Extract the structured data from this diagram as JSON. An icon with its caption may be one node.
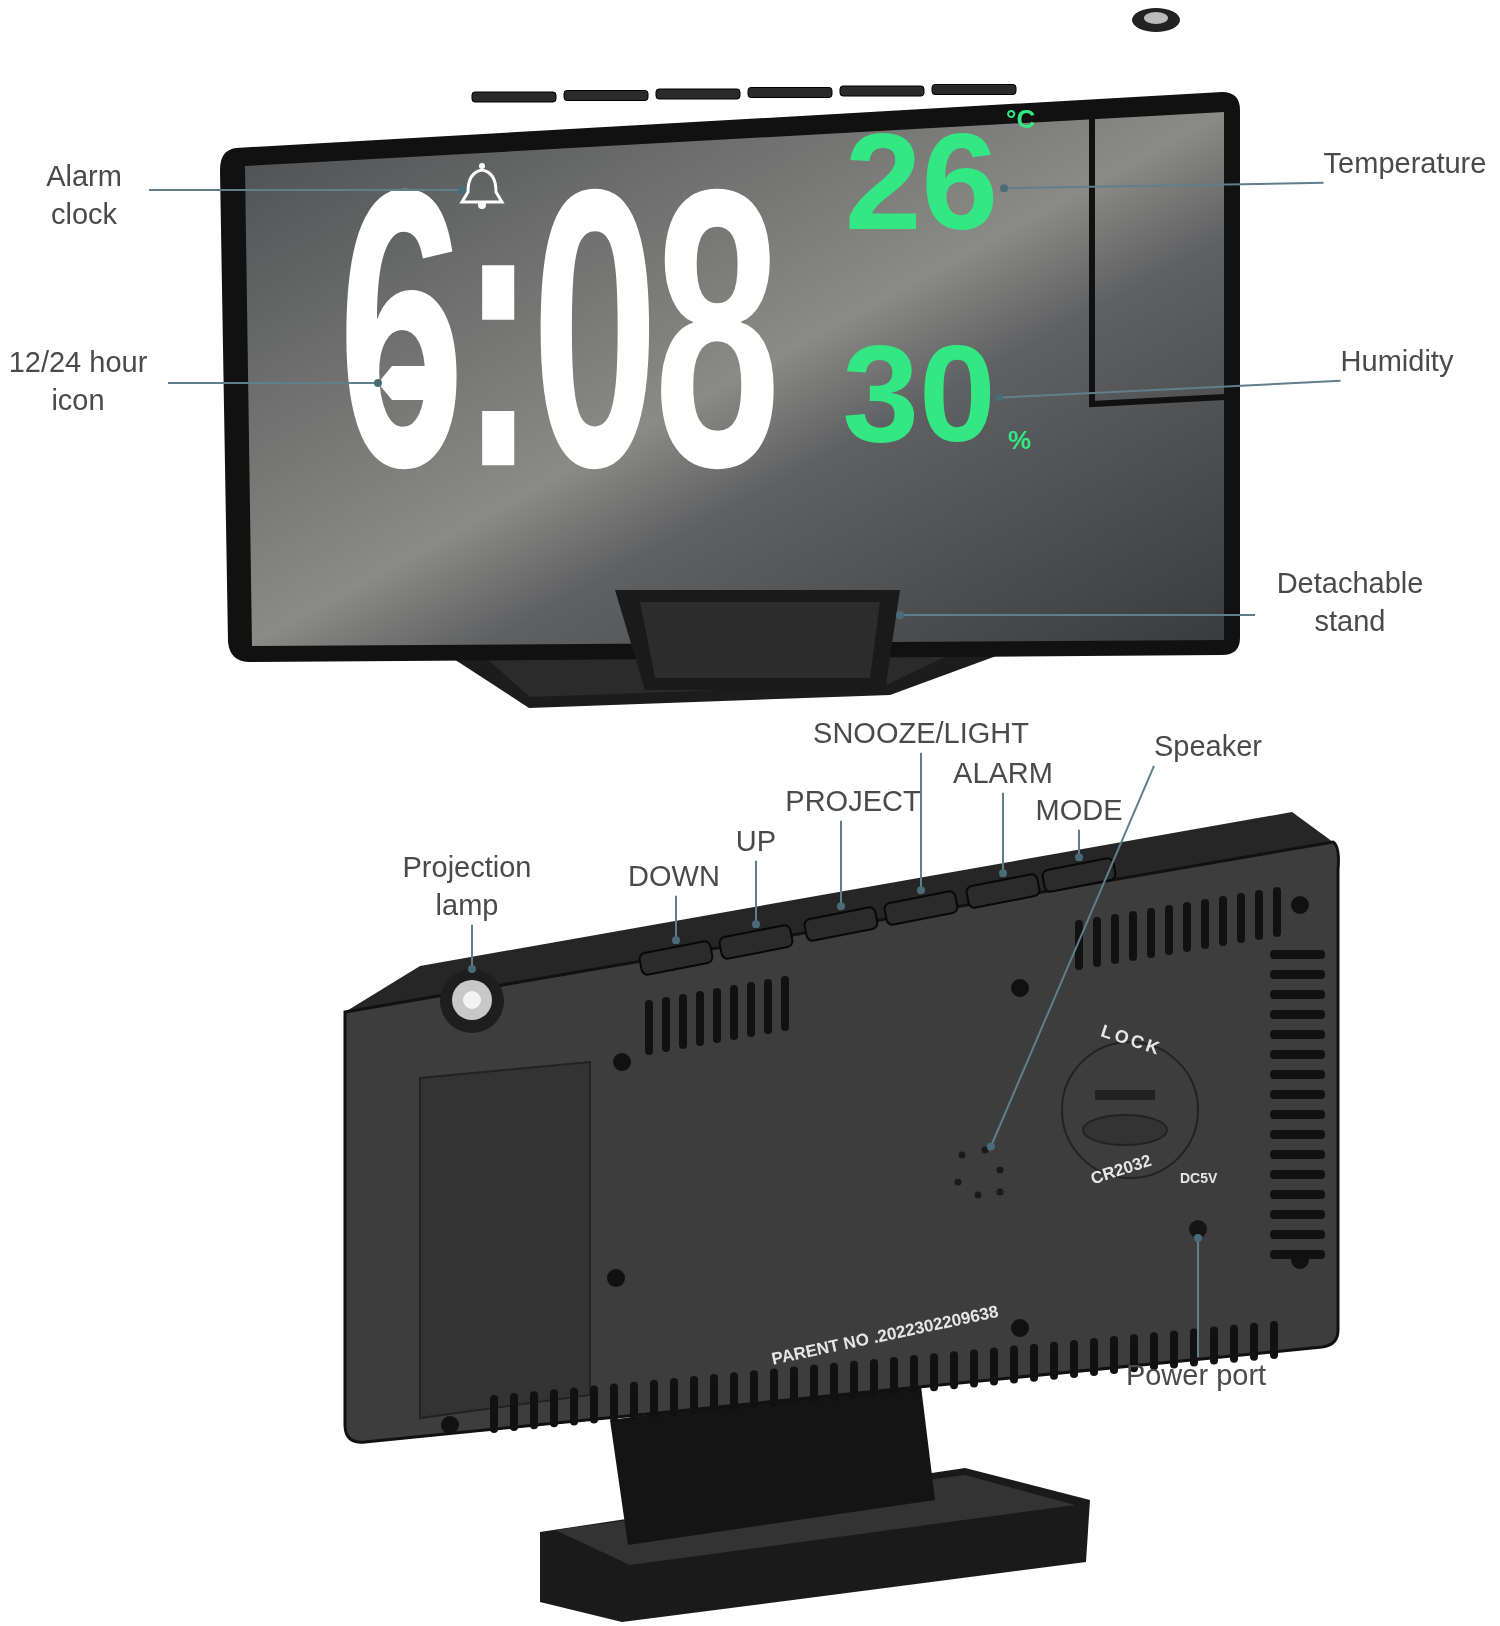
{
  "diagram": {
    "nodes": [
      {
        "text": [
          "Alarm clock"
        ]
      },
      {
        "text": [],
        "shape": "picture"
      },
      {
        "text": [
          "12/24 hour icon"
        ]
      },
      {
        "text": [],
        "shape": "hexagon"
      },
      {
        "text": [
          "Temperature"
        ]
      },
      {
        "text": [
          "26"
        ]
      },
      {
        "text": [
          "Humidity"
        ]
      },
      {
        "text": [
          "30"
        ]
      },
      {
        "text": [
          "Detachable stand"
        ]
      },
      {
        "text": [],
        "shape": "picture"
      },
      {
        "text": [
          "Projection lamp"
        ]
      },
      {
        "text": [],
        "shape": "picture"
      },
      {
        "text": [
          "DOWN"
        ]
      },
      {
        "text": [],
        "shape": "box"
      },
      {
        "text": [
          "UP"
        ]
      },
      {
        "text": [],
        "shape": "box"
      },
      {
        "text": [
          "PROJECT"
        ]
      },
      {
        "text": [],
        "shape": "box"
      },
      {
        "text": [
          "SNOOZE/LIGHT"
        ]
      },
      {
        "text": [],
        "shape": "box"
      },
      {
        "text": [
          "ALARM"
        ]
      },
      {
        "text": [],
        "shape": "box"
      },
      {
        "text": [
          "MODE"
        ]
      },
      {
        "text": [],
        "shape": "box"
      },
      {
        "text": [
          "Speaker"
        ]
      },
      {
        "text": [],
        "shape": "picture"
      },
      {
        "text": [
          "Power port"
        ]
      },
      {
        "text": [],
        "shape": "circle"
      }
    ],
    "edges": [
      {
        "from": 0,
        "to": 1,
        "arrow": "other"
      },
      {
        "from": 2,
        "to": 3,
        "arrow": "other"
      },
      {
        "from": 4,
        "to": 5,
        "arrow": "other"
      },
      {
        "from": 6,
        "to": 7,
        "arrow": "other"
      },
      {
        "from": 8,
        "to": 9,
        "arrow": "other"
      },
      {
        "from": 10,
        "to": 11,
        "arrow": "other"
      },
      {
        "from": 12,
        "to": 13,
        "arrow": "other"
      },
      {
        "from": 14,
        "to": 15,
        "arrow": "other"
      },
      {
        "from": 16,
        "to": 17,
        "arrow": "other"
      },
      {
        "from": 18,
        "to": 19,
        "arrow": "other"
      },
      {
        "from": 20,
        "to": 21,
        "arrow": "other"
      },
      {
        "from": 22,
        "to": 23,
        "arrow": "other"
      },
      {
        "from": 24,
        "to": 25,
        "arrow": "other"
      },
      {
        "from": 26,
        "to": 27,
        "arrow": "other"
      }
    ],
    "labels": [
      "6:08",
      "°C",
      "%",
      "LOCK",
      "CR2032",
      "DC5V",
      "PARENT NO .2022302209638"
    ]
  }
}
